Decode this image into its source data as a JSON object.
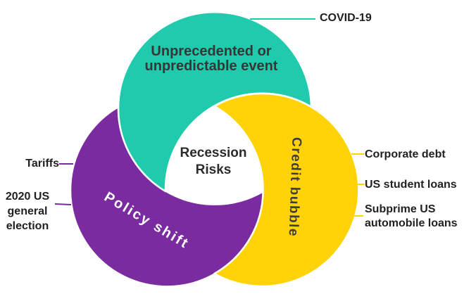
{
  "diagram": {
    "center_label": "Recession Risks",
    "segments": {
      "event": {
        "label": "Unprecedented or unpredictable event",
        "color": "#20CBAD"
      },
      "policy": {
        "label": "Policy shift",
        "color": "#7A2BA0"
      },
      "credit": {
        "label": "Credit bubble",
        "color": "#FFD307"
      }
    },
    "callouts": {
      "covid": {
        "label": "COVID-19",
        "color": "#20CBAD"
      },
      "tariffs": {
        "label": "Tariffs",
        "color": "#7A2BA0"
      },
      "election": {
        "label": "2020 US general election",
        "color": "#7A2BA0"
      },
      "corporate": {
        "label": "Corporate debt",
        "color": "#FFD307"
      },
      "student": {
        "label": "US student loans",
        "color": "#FFD307"
      },
      "subprime": {
        "label": "Subprime US automobile loans",
        "color": "#FFD307"
      }
    },
    "colors": {
      "background": "#FFFFFF",
      "seam": "#FFFFFF",
      "segment_text_dark": "#363636",
      "segment_text_light": "#FFFFFF",
      "callout_text": "#212121"
    }
  }
}
